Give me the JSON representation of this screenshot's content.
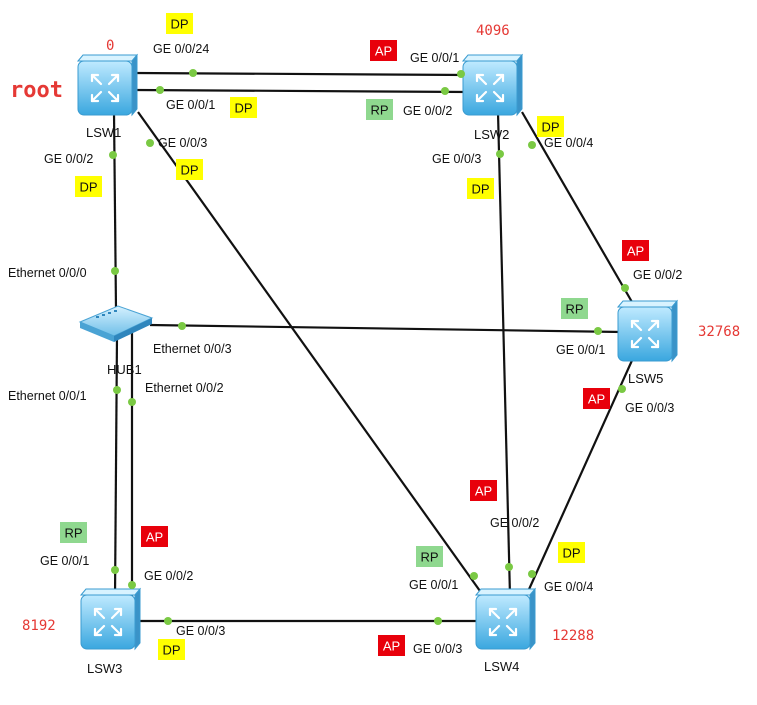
{
  "devices": {
    "lsw1": {
      "name": "LSW1",
      "priority": "0",
      "tag": "root"
    },
    "lsw2": {
      "name": "LSW2",
      "priority": "4096"
    },
    "lsw3": {
      "name": "LSW3",
      "priority": "8192"
    },
    "lsw4": {
      "name": "LSW4",
      "priority": "12288"
    },
    "lsw5": {
      "name": "LSW5",
      "priority": "32768"
    },
    "hub1": {
      "name": "HUB1"
    }
  },
  "ports": {
    "lsw1_ge0024": "GE 0/0/24",
    "lsw1_ge001": "GE 0/0/1",
    "lsw1_ge002": "GE 0/0/2",
    "lsw1_ge003": "GE 0/0/3",
    "lsw2_ge001": "GE 0/0/1",
    "lsw2_ge002": "GE 0/0/2",
    "lsw2_ge003": "GE 0/0/3",
    "lsw2_ge004": "GE 0/0/4",
    "lsw5_ge002": "GE 0/0/2",
    "lsw5_ge001": "GE 0/0/1",
    "lsw5_ge003": "GE 0/0/3",
    "hub_eth000": "Ethernet 0/0/0",
    "hub_eth003": "Ethernet 0/0/3",
    "hub_eth001": "Ethernet 0/0/1",
    "hub_eth002": "Ethernet 0/0/2",
    "lsw3_ge001": "GE 0/0/1",
    "lsw3_ge002": "GE 0/0/2",
    "lsw3_ge003": "GE 0/0/3",
    "lsw4_ge002": "GE 0/0/2",
    "lsw4_ge001": "GE 0/0/1",
    "lsw4_ge004": "GE 0/0/4",
    "lsw4_ge003": "GE 0/0/3"
  },
  "roles": {
    "lsw1_ge0024": "DP",
    "lsw1_ge001": "DP",
    "lsw1_ge002": "DP",
    "lsw1_ge003": "DP",
    "lsw2_ge001": "AP",
    "lsw2_ge002": "RP",
    "lsw2_ge003": "DP",
    "lsw2_ge004": "DP",
    "lsw5_ge002": "AP",
    "lsw5_ge001": "RP",
    "lsw5_ge003": "AP",
    "lsw3_ge001": "RP",
    "lsw3_ge002": "AP",
    "lsw3_ge003": "DP",
    "lsw4_ge002": "AP",
    "lsw4_ge001": "RP",
    "lsw4_ge004": "DP",
    "lsw4_ge003": "AP"
  },
  "role_colors": {
    "DP": {
      "bg": "#ffff00",
      "fg": "#111111"
    },
    "RP": {
      "bg": "#8fd88f",
      "fg": "#111111"
    },
    "AP": {
      "bg": "#e8000b",
      "fg": "#ffffff"
    }
  },
  "colors": {
    "priority_text": "#e53935",
    "port_dot": "#7ac943",
    "link": "#111111",
    "switch_body": "#5bc0eb"
  },
  "icons": {
    "switch": "l3-switch-icon",
    "hub": "hub-icon"
  }
}
